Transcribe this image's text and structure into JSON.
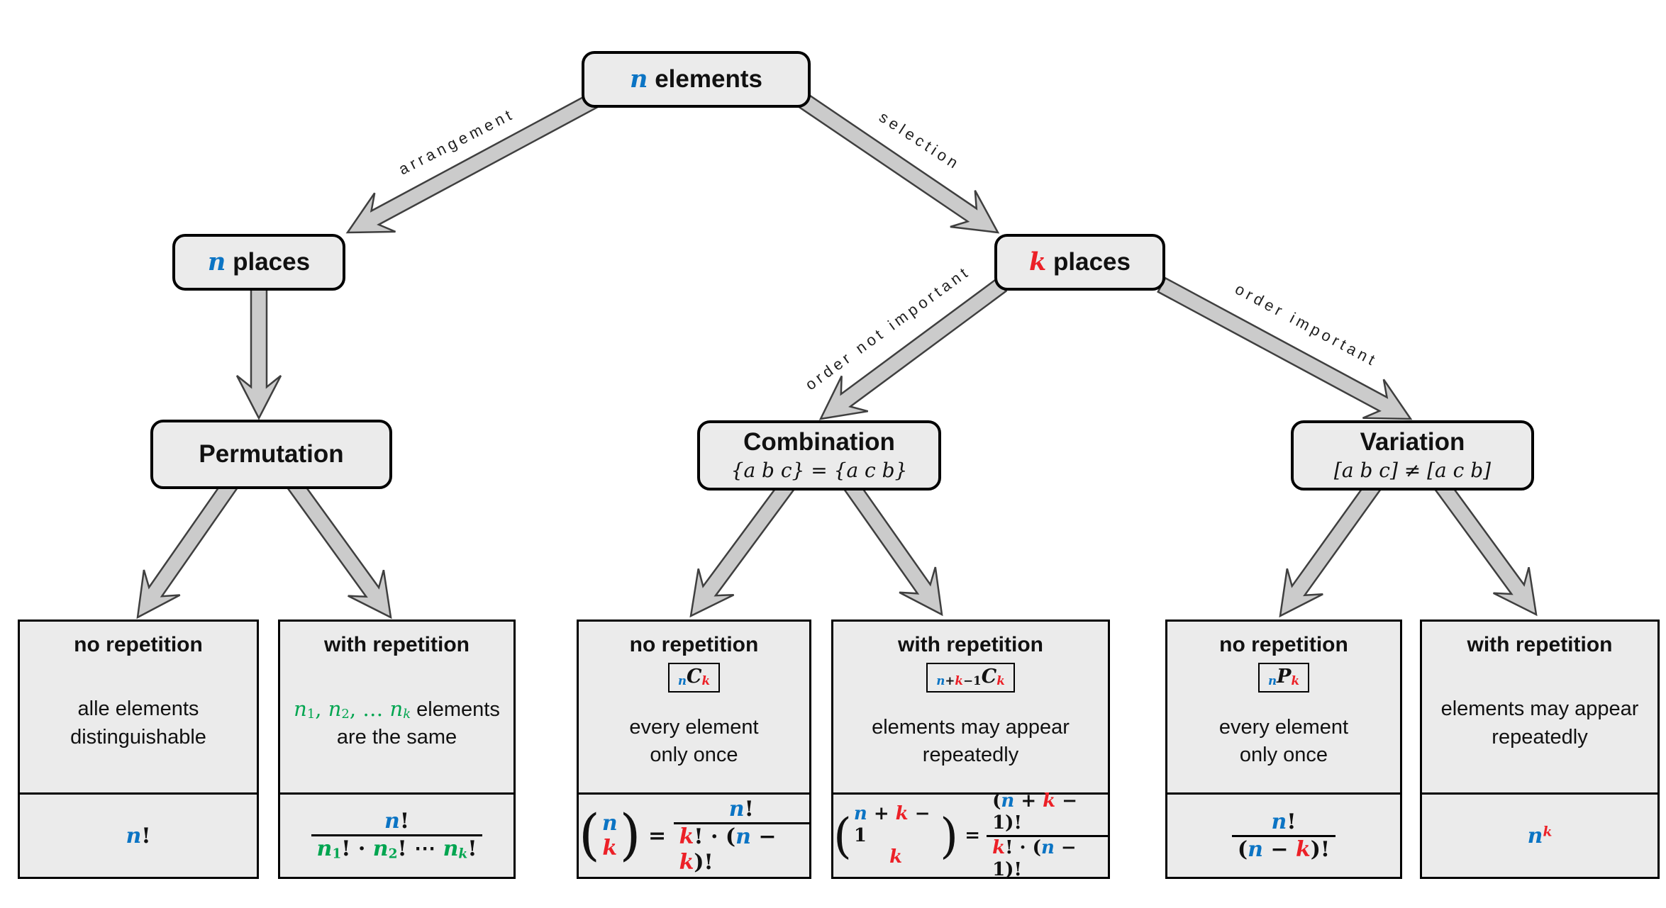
{
  "colors": {
    "blue": "#0B74C4",
    "red": "#EC2027",
    "green": "#00A550",
    "black": "#111111",
    "box_fill": "#EBEBEB",
    "box_border": "#000000",
    "arrow_fill": "#CBCBCB",
    "arrow_stroke": "#3F3F3F"
  },
  "nodes": {
    "root": {
      "title": [
        {
          "t": "n",
          "c": "blue",
          "i": true
        },
        {
          "t": " elements"
        }
      ]
    },
    "n_places": {
      "title": [
        {
          "t": "n",
          "c": "blue",
          "i": true
        },
        {
          "t": " places"
        }
      ]
    },
    "k_places": {
      "title": [
        {
          "t": "k",
          "c": "red",
          "i": true
        },
        {
          "t": " places"
        }
      ]
    },
    "permutation": {
      "title": "Permutation"
    },
    "combination": {
      "title": "Combination",
      "subtitle": "{a b c} = {a c b}"
    },
    "variation": {
      "title": "Variation",
      "subtitle": "[a b c] ≠ [a c b]"
    }
  },
  "edges": {
    "arrangement": "arrangement",
    "selection": "selection",
    "order_not_important": "order not important",
    "order_important": "order important"
  },
  "leaves": [
    {
      "heading": "no repetition",
      "description": [
        [
          {
            "t": "alle elements"
          }
        ],
        [
          {
            "t": "distinguishable"
          }
        ]
      ],
      "formula": [
        {
          "type": "run",
          "tokens": [
            {
              "t": "n",
              "c": "blue",
              "i": true
            },
            {
              "t": "!"
            }
          ]
        }
      ]
    },
    {
      "heading": "with repetition",
      "description": [
        [
          {
            "t": "n",
            "c": "green",
            "i": true
          },
          {
            "t": "1",
            "c": "green",
            "p": "sub"
          },
          {
            "t": ", ",
            "c": "green"
          },
          {
            "t": "n",
            "c": "green",
            "i": true
          },
          {
            "t": "2",
            "c": "green",
            "p": "sub"
          },
          {
            "t": ", … ",
            "c": "green"
          },
          {
            "t": "n",
            "c": "green",
            "i": true
          },
          {
            "t": "k",
            "c": "green",
            "i": true,
            "p": "sub"
          },
          {
            "t": " elements"
          }
        ],
        [
          {
            "t": "are the same"
          }
        ]
      ],
      "formula": [
        {
          "type": "frac",
          "num": [
            {
              "t": "n",
              "c": "blue",
              "i": true
            },
            {
              "t": "!"
            }
          ],
          "den": [
            {
              "t": "n",
              "c": "green",
              "i": true
            },
            {
              "t": "1",
              "c": "green",
              "p": "sub"
            },
            {
              "t": "! · "
            },
            {
              "t": "n",
              "c": "green",
              "i": true
            },
            {
              "t": "2",
              "c": "green",
              "p": "sub"
            },
            {
              "t": "! ⋯ "
            },
            {
              "t": "n",
              "c": "green",
              "i": true
            },
            {
              "t": "k",
              "c": "green",
              "i": true,
              "p": "sub"
            },
            {
              "t": "!"
            }
          ]
        }
      ]
    },
    {
      "heading": "no repetition",
      "badge": [
        {
          "t": "n",
          "c": "blue",
          "i": true,
          "p": "sub"
        },
        {
          "t": "C",
          "i": true
        },
        {
          "t": "k",
          "c": "red",
          "i": true,
          "p": "sub"
        }
      ],
      "description": [
        [
          {
            "t": "every element"
          }
        ],
        [
          {
            "t": "only once"
          }
        ]
      ],
      "formula": [
        {
          "type": "binom",
          "top": [
            {
              "t": "n",
              "c": "blue",
              "i": true
            }
          ],
          "bot": [
            {
              "t": "k",
              "c": "red",
              "i": true
            }
          ]
        },
        {
          "type": "run",
          "tokens": [
            {
              "t": " = "
            }
          ]
        },
        {
          "type": "frac",
          "num": [
            {
              "t": "n",
              "c": "blue",
              "i": true
            },
            {
              "t": "!"
            }
          ],
          "den": [
            {
              "t": "k",
              "c": "red",
              "i": true
            },
            {
              "t": "! · ("
            },
            {
              "t": "n",
              "c": "blue",
              "i": true
            },
            {
              "t": " − "
            },
            {
              "t": "k",
              "c": "red",
              "i": true
            },
            {
              "t": ")!"
            }
          ]
        }
      ]
    },
    {
      "heading": "with repetition",
      "badge": [
        {
          "t": "n",
          "c": "blue",
          "i": true,
          "p": "sub"
        },
        {
          "t": "+",
          "p": "sub"
        },
        {
          "t": "k",
          "c": "red",
          "i": true,
          "p": "sub"
        },
        {
          "t": "−1",
          "p": "sub"
        },
        {
          "t": "C",
          "i": true
        },
        {
          "t": "k",
          "c": "red",
          "i": true,
          "p": "sub"
        }
      ],
      "description": [
        [
          {
            "t": "elements may appear"
          }
        ],
        [
          {
            "t": "repeatedly"
          }
        ]
      ],
      "formula": [
        {
          "type": "binom",
          "top": [
            {
              "t": "n",
              "c": "blue",
              "i": true
            },
            {
              "t": " + "
            },
            {
              "t": "k",
              "c": "red",
              "i": true
            },
            {
              "t": " − 1"
            }
          ],
          "bot": [
            {
              "t": "k",
              "c": "red",
              "i": true
            }
          ]
        },
        {
          "type": "run",
          "tokens": [
            {
              "t": " = "
            }
          ]
        },
        {
          "type": "frac",
          "num": [
            {
              "t": "("
            },
            {
              "t": "n",
              "c": "blue",
              "i": true
            },
            {
              "t": " + "
            },
            {
              "t": "k",
              "c": "red",
              "i": true
            },
            {
              "t": " − 1)!"
            }
          ],
          "den": [
            {
              "t": "k",
              "c": "red",
              "i": true
            },
            {
              "t": "! · ("
            },
            {
              "t": "n",
              "c": "blue",
              "i": true
            },
            {
              "t": " − 1)!"
            }
          ]
        }
      ]
    },
    {
      "heading": "no repetition",
      "badge": [
        {
          "t": "n",
          "c": "blue",
          "i": true,
          "p": "sub"
        },
        {
          "t": "P",
          "i": true
        },
        {
          "t": "k",
          "c": "red",
          "i": true,
          "p": "sub"
        }
      ],
      "description": [
        [
          {
            "t": "every element"
          }
        ],
        [
          {
            "t": "only once"
          }
        ]
      ],
      "formula": [
        {
          "type": "frac",
          "num": [
            {
              "t": "n",
              "c": "blue",
              "i": true
            },
            {
              "t": "!"
            }
          ],
          "den": [
            {
              "t": "("
            },
            {
              "t": "n",
              "c": "blue",
              "i": true
            },
            {
              "t": " − "
            },
            {
              "t": "k",
              "c": "red",
              "i": true
            },
            {
              "t": ")!"
            }
          ]
        }
      ]
    },
    {
      "heading": "with repetition",
      "description": [
        [
          {
            "t": "elements may appear"
          }
        ],
        [
          {
            "t": "repeatedly"
          }
        ]
      ],
      "formula": [
        {
          "type": "run",
          "tokens": [
            {
              "t": "n",
              "c": "blue",
              "i": true
            },
            {
              "t": "k",
              "c": "red",
              "i": true,
              "p": "sup"
            }
          ]
        }
      ]
    }
  ]
}
